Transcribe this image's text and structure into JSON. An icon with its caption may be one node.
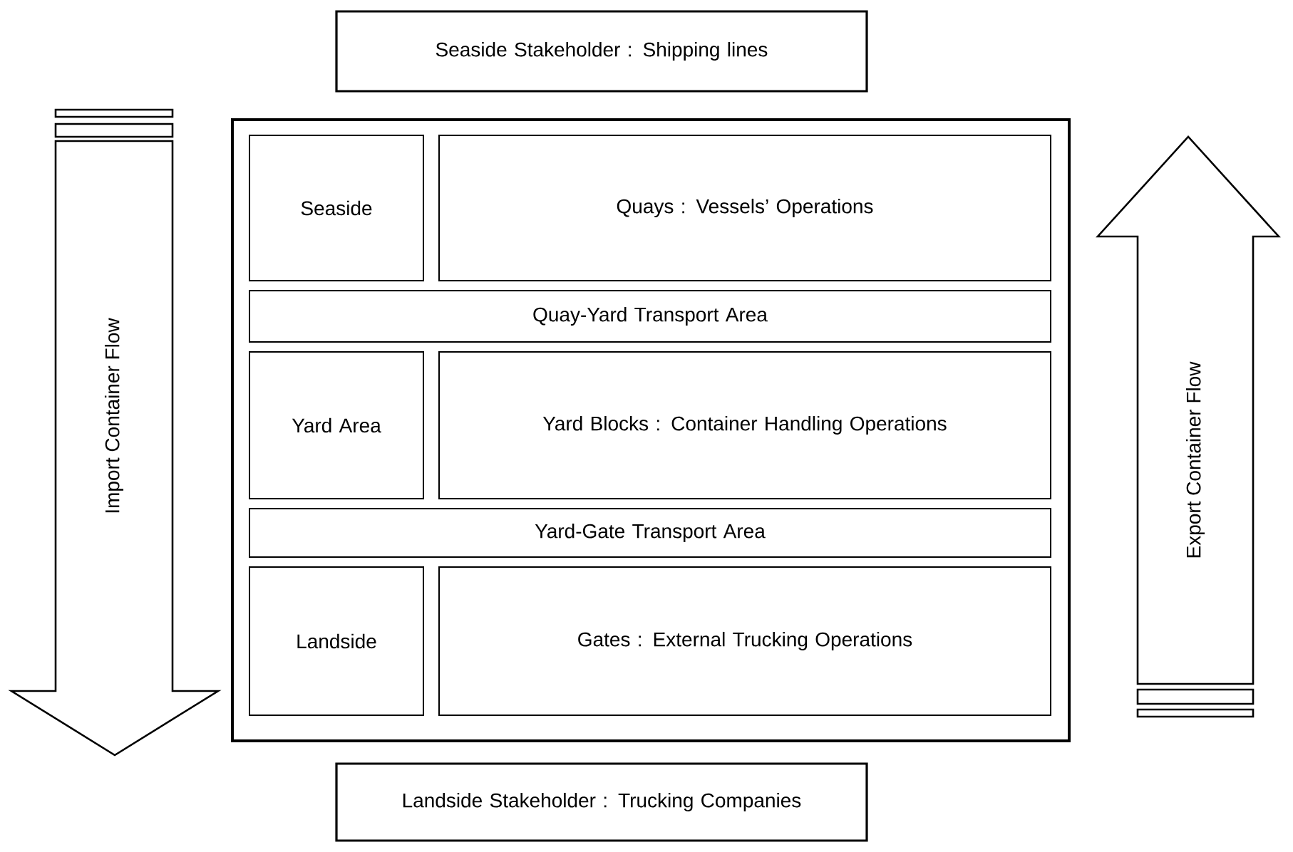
{
  "diagram": {
    "nodes": [
      {
        "text": [
          "Seaside Stakeholder : Shipping lines"
        ]
      },
      {
        "text": [],
        "shape": "box"
      },
      {
        "text": [
          "Seaside"
        ],
        "in": 1
      },
      {
        "text": [
          "Quays : Vessels’ Operations"
        ],
        "in": 1
      },
      {
        "text": [
          "Quay-Yard Transport Area"
        ],
        "in": 1
      },
      {
        "text": [
          "Yard Area"
        ],
        "in": 1
      },
      {
        "text": [
          "Yard Blocks : Container Handling Operations"
        ],
        "in": 1
      },
      {
        "text": [
          "Yard-Gate Transport Area"
        ],
        "in": 1
      },
      {
        "text": [
          "Landside"
        ],
        "in": 1
      },
      {
        "text": [
          "Gates : External Trucking Operations"
        ],
        "in": 1
      },
      {
        "text": [
          "Import Container Flow"
        ]
      },
      {
        "text": [
          "Export Container Flow"
        ]
      },
      {
        "text": [
          "Landside Stakeholder : Trucking Companies"
        ]
      }
    ],
    "edges": []
  }
}
